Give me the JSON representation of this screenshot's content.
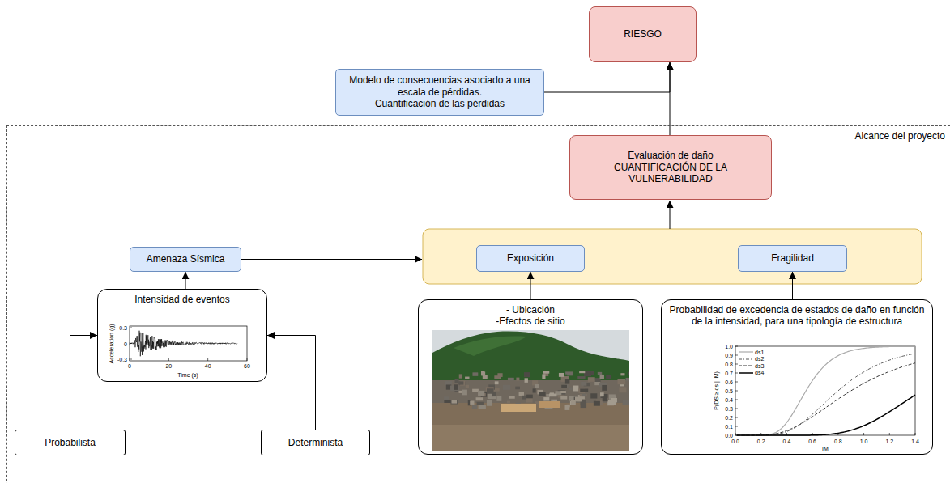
{
  "diagram": {
    "nodes": [
      {
        "text": [
          "RIESGO"
        ]
      },
      {
        "text": [
          "Modelo de consecuencias asociado a una escala de pérdidas.",
          "Cuantificación de las pérdidas"
        ]
      },
      {
        "text": [
          "Alcance del proyecto"
        ]
      },
      {
        "text": [
          "Evaluación de daño",
          "CUANTIFICACIÓN DE LA VULNERABILIDAD"
        ],
        "in": 2
      },
      {
        "text": [
          "Amenaza Sísmica"
        ],
        "in": 2
      },
      {
        "text": [
          "Exposición"
        ],
        "in": 2
      },
      {
        "text": [
          "Fragilidad"
        ],
        "in": 2
      },
      {
        "text": [
          "Intensidad de eventos"
        ],
        "in": 2
      },
      {
        "text": [
          "- Ubicación",
          "-Efectos de sitio"
        ],
        "in": 2
      },
      {
        "text": [
          "Probabilidad de excedencia de estados de daño en función de la intensidad, para una tipología de estructura"
        ],
        "in": 2
      },
      {
        "text": [
          "Probabilista"
        ],
        "in": 2
      },
      {
        "text": [
          "Determinista"
        ],
        "in": 2
      }
    ],
    "edges": [
      {
        "from": 3,
        "to": 0,
        "arrow": "to"
      },
      {
        "from": 1,
        "to": 0,
        "arrow": "to"
      },
      {
        "from": 7,
        "to": 4,
        "arrow": "to"
      },
      {
        "from": 10,
        "to": 7,
        "arrow": "to"
      },
      {
        "from": 11,
        "to": 7,
        "arrow": "to"
      },
      {
        "from": 8,
        "to": 5,
        "arrow": "to"
      },
      {
        "from": 9,
        "to": 6,
        "arrow": "to"
      }
    ],
    "labels": [
      "0.3",
      "0",
      "-0.3",
      "0",
      "20",
      "40",
      "60",
      "Time (s)",
      "Acceleration (g)",
      "1.0",
      "0.9",
      "0.8",
      "0.7",
      "0.6",
      "0.5",
      "0.4",
      "0.3",
      "0.2",
      "0.1",
      "0.0",
      "0.0",
      "0.2",
      "0.4",
      "0.6",
      "0.8",
      "1.0",
      "1.2",
      "1.4",
      "IM",
      "P(DS ≥ ds | IM)"
    ],
    "legend": [
      {
        "text": "ds1"
      },
      {
        "text": "ds2"
      },
      {
        "text": "ds3"
      },
      {
        "text": "ds4"
      }
    ]
  }
}
